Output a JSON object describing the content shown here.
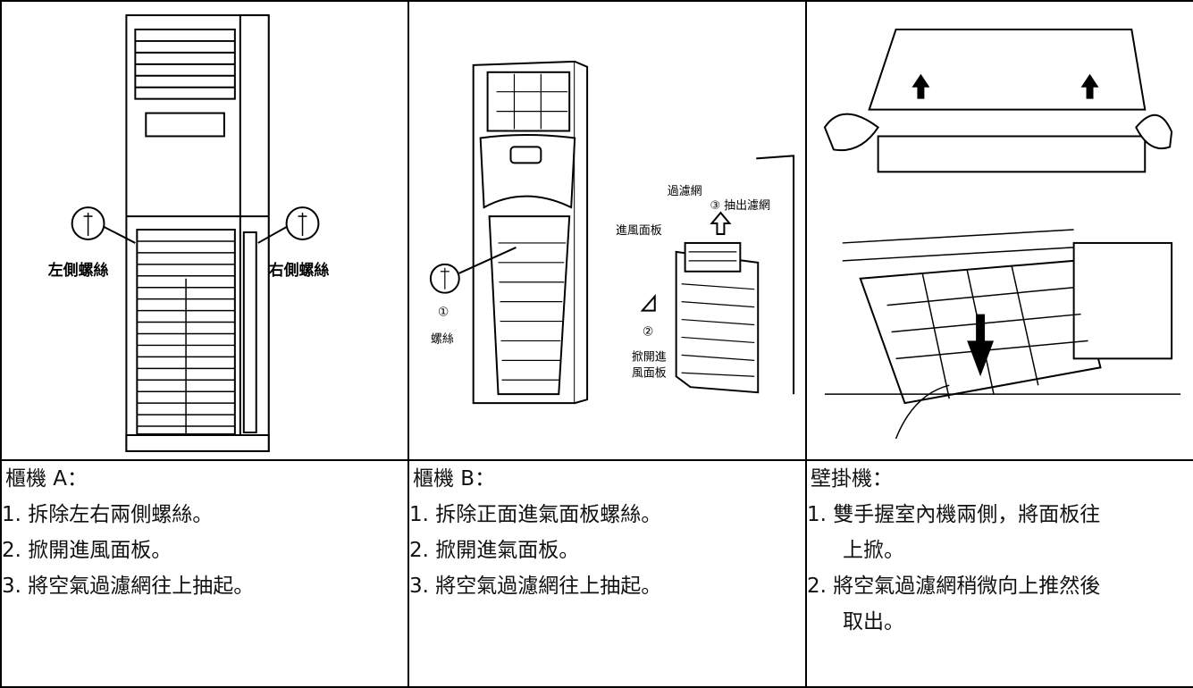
{
  "panels": [
    {
      "title": "櫃機 A：",
      "steps": [
        "1. 拆除左右兩側螺絲。",
        "2. 掀開進風面板。",
        "3. 將空氣過濾網往上抽起。"
      ],
      "labels": {
        "left_screw": "左側螺絲",
        "right_screw": "右側螺絲"
      }
    },
    {
      "title": "櫃機 B：",
      "steps": [
        "1. 拆除正面進氣面板螺絲。",
        "2. 掀開進氣面板。",
        "3. 將空氣過濾網往上抽起。"
      ],
      "labels": {
        "filter": "過濾網",
        "intake_panel": "進風面板",
        "step3": "③ 抽出濾網",
        "step1_num": "①",
        "step1_text": "螺絲",
        "step2_num": "②",
        "step2_text_a": "掀開進",
        "step2_text_b": "風面板"
      }
    },
    {
      "title": "壁掛機：",
      "steps": [
        {
          "first": "1. 雙手握室內機兩側，將面板往",
          "cont": "上掀。"
        },
        {
          "first": "2. 將空氣過濾網稍微向上推然後",
          "cont": "取出。"
        }
      ]
    }
  ]
}
